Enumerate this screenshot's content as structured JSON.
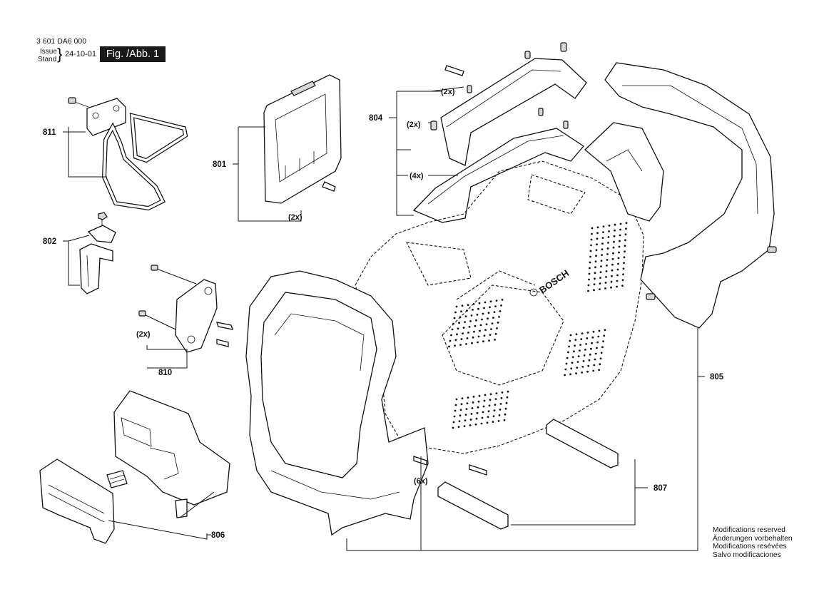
{
  "header": {
    "document_number": "3 601 DA6 000",
    "issue_label": "Issue",
    "stand_label": "Stand",
    "brace": "}",
    "issue_date": "24-10-01",
    "figure_label": "Fig. /Abb. 1"
  },
  "callouts": [
    {
      "id": "811",
      "text": "811"
    },
    {
      "id": "802",
      "text": "802"
    },
    {
      "id": "801",
      "text": "801"
    },
    {
      "id": "804",
      "text": "804"
    },
    {
      "id": "810",
      "text": "810"
    },
    {
      "id": "805",
      "text": "805"
    },
    {
      "id": "807",
      "text": "807"
    },
    {
      "id": "806",
      "text": "806"
    }
  ],
  "multipliers": [
    {
      "id": "801-screw",
      "text": "(2x)"
    },
    {
      "id": "804-top",
      "text": "(2x)"
    },
    {
      "id": "804-mid",
      "text": "(2x)"
    },
    {
      "id": "804-low",
      "text": "(4x)"
    },
    {
      "id": "810-pins",
      "text": "(2x)"
    },
    {
      "id": "805-screws",
      "text": "(6x)"
    }
  ],
  "brand_logo": "BOSCH",
  "modifications": [
    "Modifications reserved",
    "Änderungen vorbehalten",
    "Modifications resévées",
    "Salvo modificaciones"
  ]
}
